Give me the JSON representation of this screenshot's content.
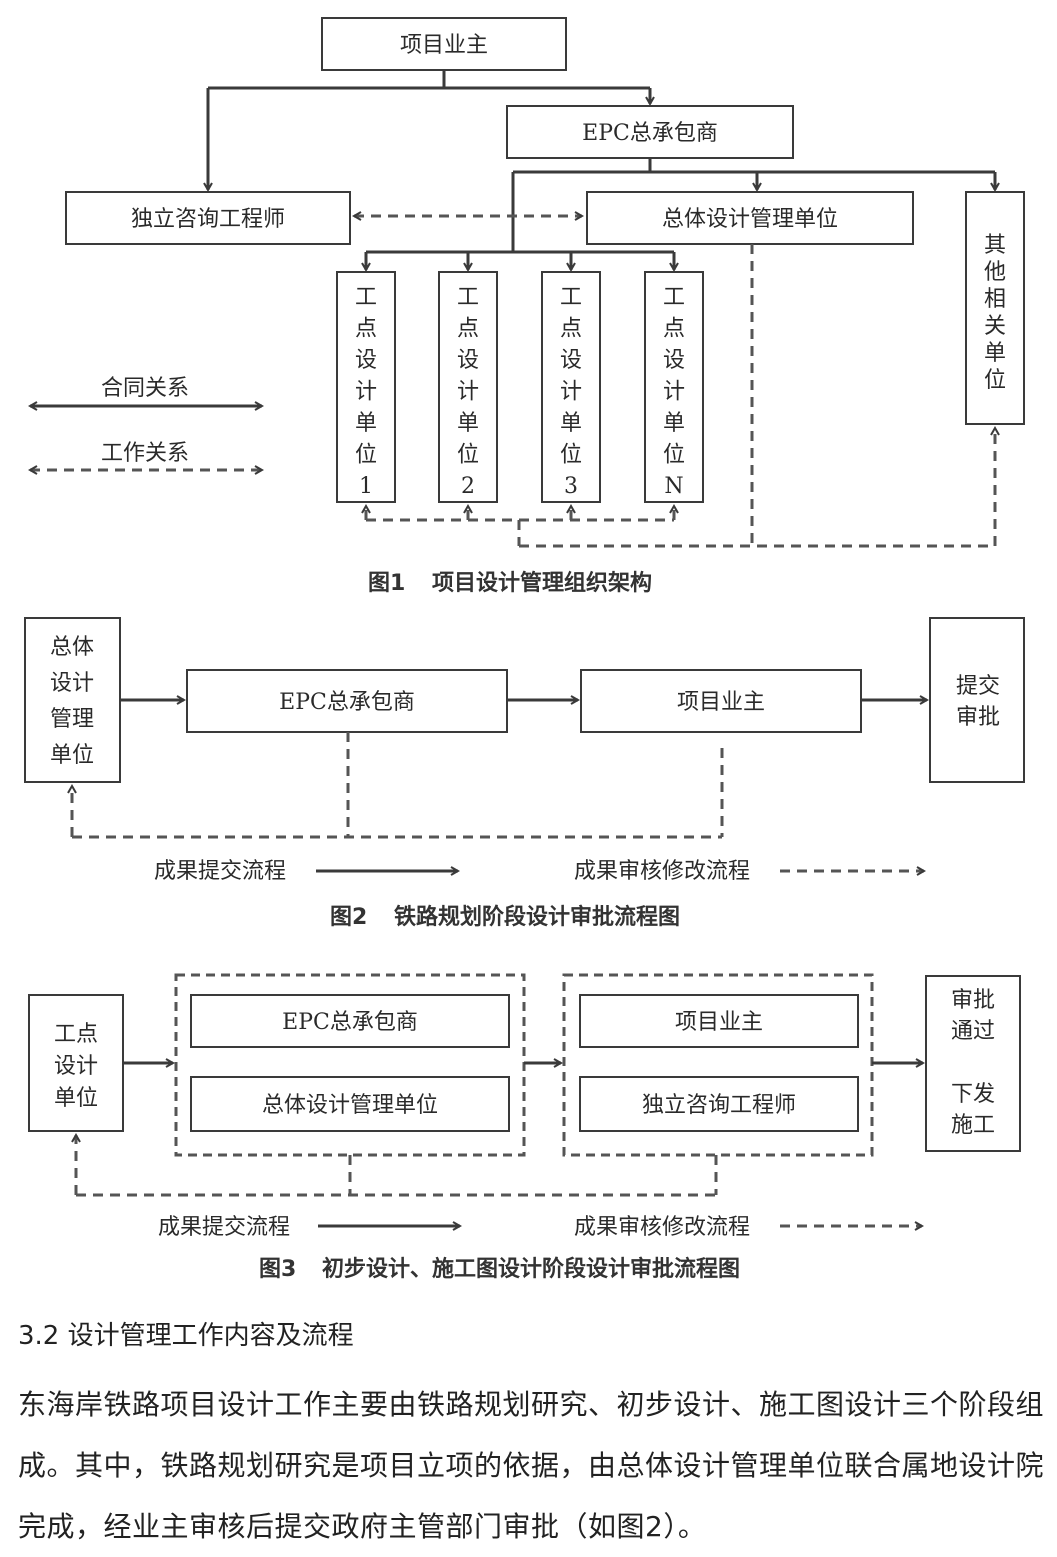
{
  "fig1": {
    "owner": "项目业主",
    "epc": "EPC总承包商",
    "consultant": "独立咨询工程师",
    "general_design": "总体设计管理单位",
    "other_units": "其他相关单位",
    "site_units": [
      "工点设计单位1",
      "工点设计单位2",
      "工点设计单位3",
      "工点设计单位N"
    ],
    "legend_contract": "合同关系",
    "legend_work": "工作关系",
    "caption_num": "图1",
    "caption_text": "项目设计管理组织架构"
  },
  "fig2": {
    "general_design": "总体设计管理单位",
    "epc": "EPC总承包商",
    "owner": "项目业主",
    "submit_approval": "提交审批",
    "legend_submit": "成果提交流程",
    "legend_review": "成果审核修改流程",
    "caption_num": "图2",
    "caption_text": "铁路规划阶段设计审批流程图"
  },
  "fig3": {
    "site_design": "工点设计单位",
    "epc": "EPC总承包商",
    "general_design": "总体设计管理单位",
    "owner": "项目业主",
    "consultant": "独立咨询工程师",
    "approved": "审批通过",
    "issue": "下发施工",
    "legend_submit": "成果提交流程",
    "legend_review": "成果审核修改流程",
    "caption_num": "图3",
    "caption_text": "初步设计、施工图设计阶段设计审批流程图"
  },
  "text": {
    "section_heading": "3.2  设计管理工作内容及流程",
    "paragraph": "东海岸铁路项目设计工作主要由铁路规划研究、初步设计、施工图设计三个阶段组成。其中，铁路规划研究是项目立项的依据，由总体设计管理单位联合属地设计院完成，经业主审核后提交政府主管部门审批（如图2）。"
  }
}
